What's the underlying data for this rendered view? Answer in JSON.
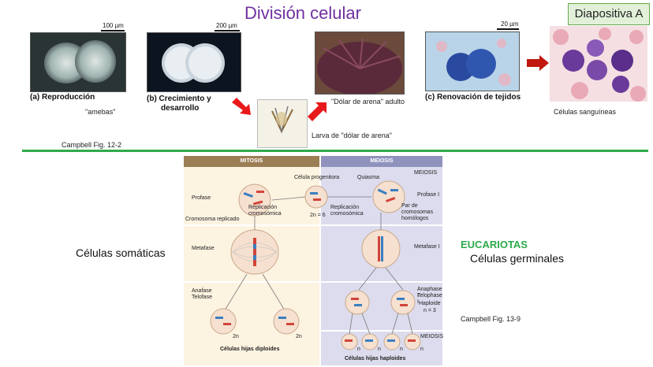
{
  "title": "División celular",
  "badge": "Diapositiva A",
  "figure_a": {
    "scale": "100 µm",
    "caption": "(a) Reproducción",
    "note": "\"amebas\""
  },
  "figure_b": {
    "scale": "200 µm",
    "caption_line1": "(b) Crecimiento y",
    "caption_line2": "desarrollo"
  },
  "larva_label": "Larva de \"dólar de arena\"",
  "adult_label": "\"Dólar de arena\" adulto",
  "figure_c": {
    "scale": "20 µm",
    "caption": "(c) Renovación de tejidos"
  },
  "blood_label": "Células sanguíneas",
  "campbell_top": "Campbell Fig. 12-2",
  "campbell_bottom": "Campbell Fig. 13-9",
  "left_side": "Células somáticas",
  "eukaryotes": "EUCARIOTAS",
  "right_side": "Células germinales",
  "diagram": {
    "mitosis_header": "MITOSIS",
    "meiosis_header": "MEIOSIS",
    "meiosis_tag": "MEIOSIS",
    "meiosis_tag2": "MEIOSIS",
    "parent_cell": "Célula progenitora",
    "chiasma": "Quiasma",
    "prophase": "Profase",
    "prophase_i": "Profase I",
    "replication_left": "Replicación cromosómica",
    "replication_right": "Replicación cromosómica",
    "replicated_chromosome": "Cromosoma replicado",
    "two_n": "2n = 6",
    "homolog_pair": "Par de cromosomas homólogos",
    "metaphase": "Metafase",
    "metaphase_i": "Metafase I",
    "anaphase": "Anafase",
    "telophase": "Telofase",
    "anaphase_i": "Anaphase I",
    "telophase_i": "Telophase I",
    "haploid": "Haploide",
    "n3": "n = 3",
    "two_n_a": "2n",
    "two_n_b": "2n",
    "n_a": "n",
    "n_b": "n",
    "n_c": "n",
    "n_d": "n",
    "daughters_diploid": "Células hijas diploides",
    "daughters_haploid": "Células hijas haploides"
  }
}
